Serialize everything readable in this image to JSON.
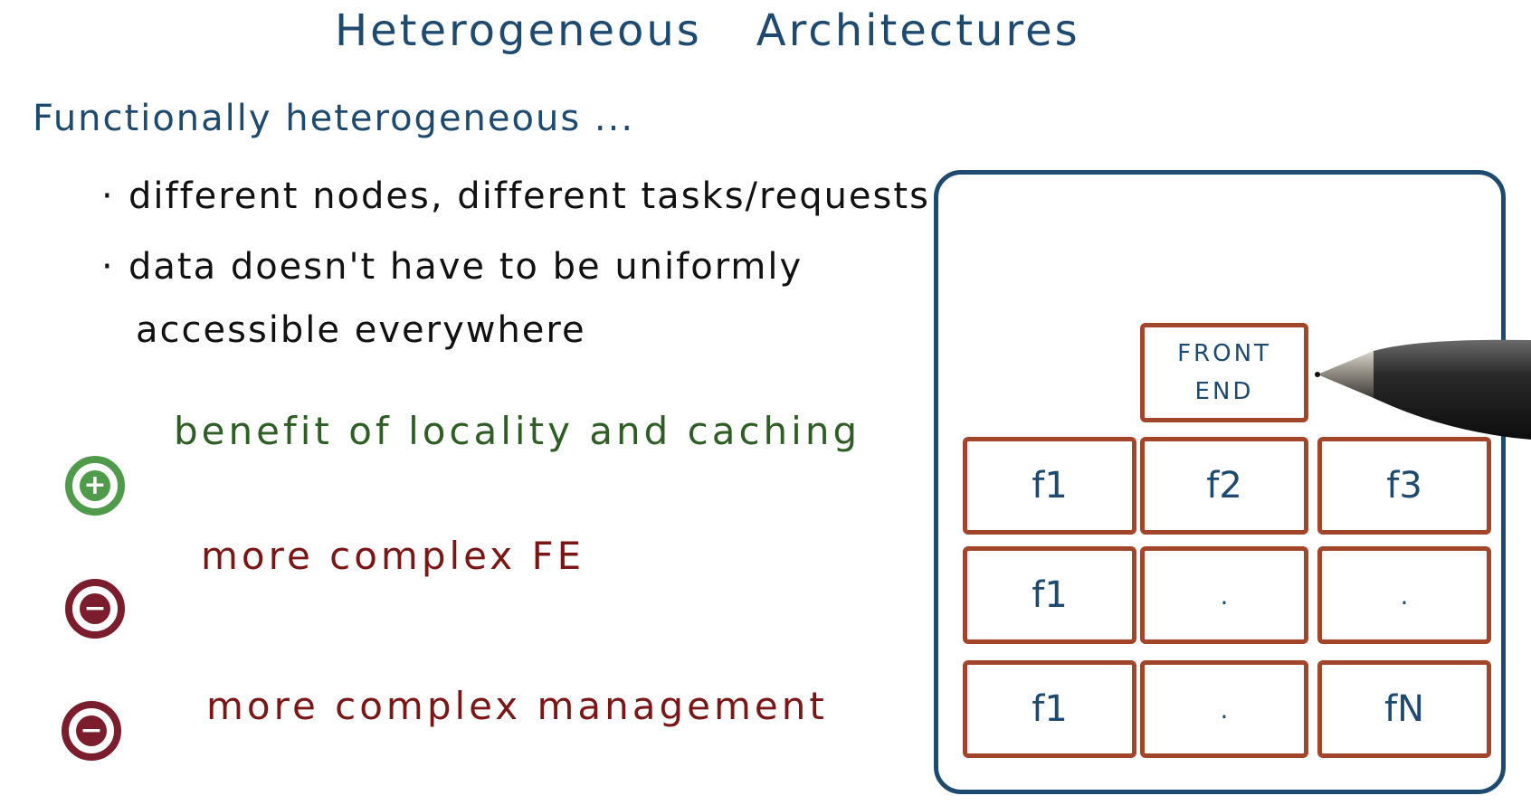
{
  "title": {
    "part1": "Heterogeneous",
    "part2": "Architectures"
  },
  "subtitle": "Functionally heterogeneous ...",
  "bullets": [
    "different nodes, different tasks/requests",
    "data doesn't have to be uniformly",
    "accessible everywhere"
  ],
  "pros": [
    "benefit of locality and caching"
  ],
  "cons": [
    "more complex FE",
    "more complex management"
  ],
  "diagram": {
    "front_end_line1": "FRONT",
    "front_end_line2": "END",
    "rows": [
      [
        "f1",
        "f2",
        "f3"
      ],
      [
        "f1",
        ".",
        "."
      ],
      [
        "f1",
        ".",
        "fN"
      ]
    ]
  },
  "colors": {
    "title": "#1d4a6e",
    "pro": "#2f5e24",
    "pro_icon": "#4f9a4b",
    "con": "#7a1616",
    "con_icon": "#7b1d2c",
    "node_border": "#a3452b",
    "system_border": "#1d4a6e"
  },
  "icons": {
    "pro": "plus-circle-icon",
    "con": "minus-circle-icon",
    "pen": "pen-icon"
  }
}
